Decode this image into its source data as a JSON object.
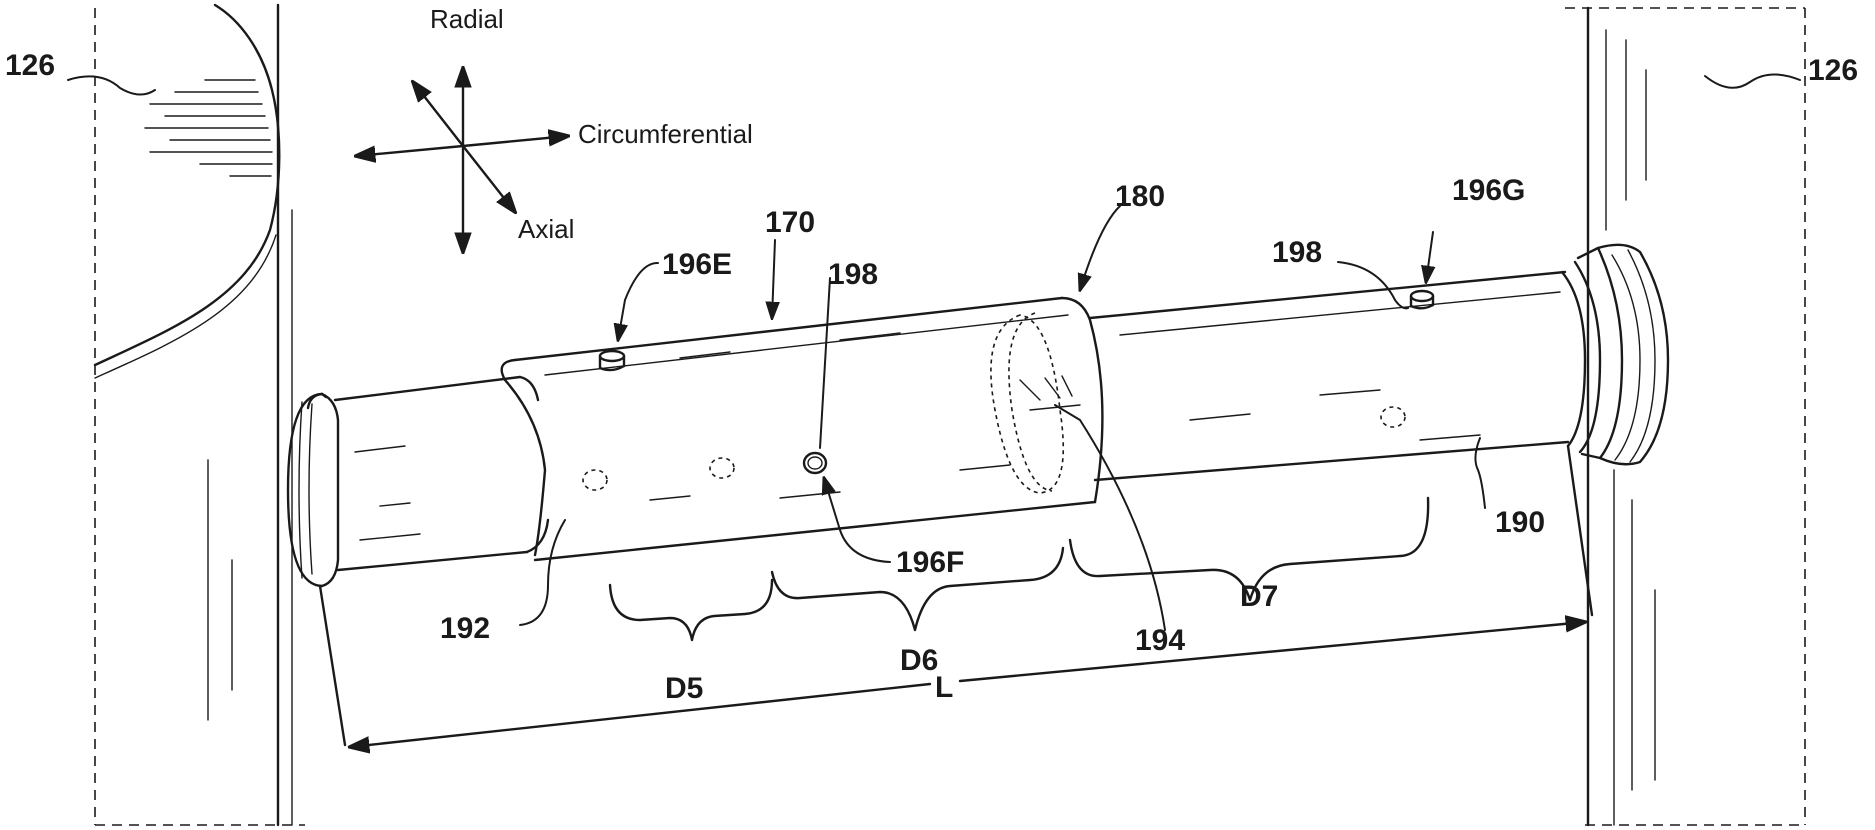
{
  "directions": {
    "radial": "Radial",
    "circumferential": "Circumferential",
    "axial": "Axial"
  },
  "labels": {
    "wall_left": "126",
    "wall_right": "126",
    "shaft": "170",
    "joint": "180",
    "right_section": "190",
    "left_section": "192",
    "weld": "194",
    "hole_top_left": "196E",
    "hole_center": "196F",
    "hole_top_right": "196G",
    "hole_label_center": "198",
    "hole_label_right": "198",
    "dim_d5": "D5",
    "dim_d6": "D6",
    "dim_d7": "D7",
    "dim_length": "L"
  }
}
